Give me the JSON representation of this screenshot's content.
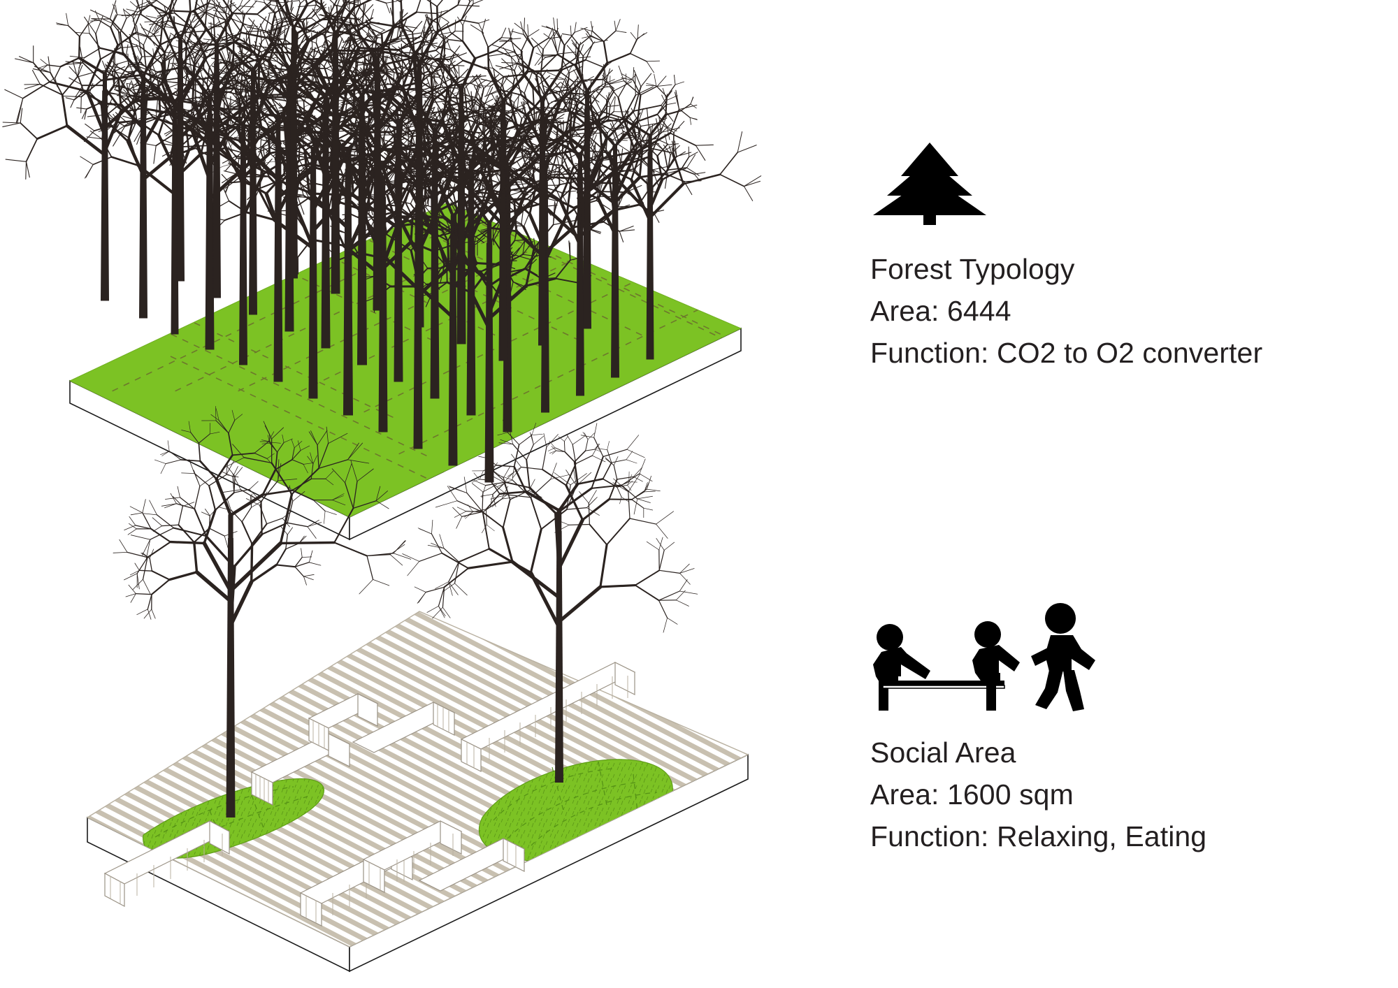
{
  "page": {
    "title": "Landscape Typology Diagram",
    "background_color": "#ffffff",
    "text_color": "#231f20"
  },
  "palette": {
    "grass_green": "#7cc224",
    "grass_green_dark": "#6fae20",
    "deck_tan": "#c8c0b0",
    "deck_white": "#ffffff",
    "outline": "#1a1a1a",
    "tree_dark": "#2b2320",
    "icon_black": "#000000",
    "dashed_grid": "#6b6b2f"
  },
  "blocks": [
    {
      "id": "forest",
      "icon": "pine-tree-icon",
      "title": "Forest Typology",
      "area": "Area: 6444",
      "function": "Function: CO2 to O2 converter",
      "platform": {
        "surface": "grass",
        "surface_color": "#7cc224",
        "grid": "dashed",
        "tree_count": 26
      }
    },
    {
      "id": "social",
      "icon": "people-bench-icon",
      "title": "Social Area",
      "area": "Area: 1600 sqm",
      "function": "Function: Relaxing, Eating",
      "platform": {
        "surface": "wood-deck",
        "surface_color": "#c8c0b0",
        "lawn_patches": 2,
        "bench_clusters": 3,
        "tree_count": 2
      }
    }
  ],
  "icons": {
    "pine": "pine-tree-icon",
    "people": "people-bench-icon"
  }
}
